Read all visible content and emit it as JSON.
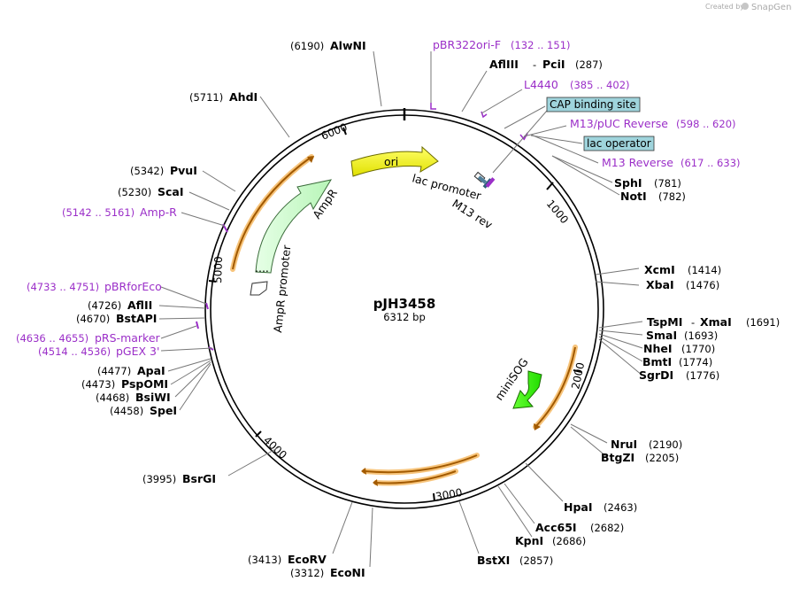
{
  "credit": {
    "prefix": "Created by",
    "brand": "SnapGene"
  },
  "plasmid": {
    "name": "pJH3458",
    "size_label": "6312 bp"
  },
  "ticks": [
    "1000",
    "2000",
    "3000",
    "4000",
    "5000",
    "6000"
  ],
  "features": {
    "ori": "ori",
    "ampr": "AmpR",
    "ampr_promoter": "AmpR promoter",
    "lac_promoter": "lac promoter",
    "m13_rev": "M13 rev",
    "minisog": "miniSOG"
  },
  "boxed_labels": {
    "cap": "CAP binding site",
    "lac_operator": "lac operator"
  },
  "primers": {
    "pbr322ori_f": {
      "name": "pBR322ori-F",
      "range": "(132 .. 151)"
    },
    "l4440": {
      "name": "L4440",
      "range": "(385 .. 402)"
    },
    "m13puc_reverse": {
      "name": "M13/pUC Reverse",
      "range": "(598 .. 620)"
    },
    "m13_reverse": {
      "name": "M13 Reverse",
      "range": "(617 .. 633)"
    },
    "amp_r": {
      "name": "Amp-R",
      "range": "(5142 .. 5161)"
    },
    "pbrforeco": {
      "name": "pBRforEco",
      "range": "(4733 .. 4751)"
    },
    "prs_marker": {
      "name": "pRS-marker",
      "range": "(4636 .. 4655)"
    },
    "pgex3": {
      "name": "pGEX 3'",
      "range": "(4514 .. 4536)"
    }
  },
  "sites": {
    "alwni": {
      "name": "AlwNI",
      "pos": "(6190)"
    },
    "afliii": {
      "name": "AflIII",
      "sep": "-",
      "name2": "PciI",
      "pos": "(287)"
    },
    "ahdi": {
      "name": "AhdI",
      "pos": "(5711)"
    },
    "pvui": {
      "name": "PvuI",
      "pos": "(5342)"
    },
    "scai": {
      "name": "ScaI",
      "pos": "(5230)"
    },
    "sphi": {
      "name": "SphI",
      "pos": "(781)"
    },
    "noti": {
      "name": "NotI",
      "pos": "(782)"
    },
    "xcmi": {
      "name": "XcmI",
      "pos": "(1414)"
    },
    "xbai": {
      "name": "XbaI",
      "pos": "(1476)"
    },
    "tspmi": {
      "name": "TspMI",
      "sep": "-",
      "name2": "XmaI",
      "pos": "(1691)"
    },
    "smai": {
      "name": "SmaI",
      "pos": "(1693)"
    },
    "nhei": {
      "name": "NheI",
      "pos": "(1770)"
    },
    "bmti": {
      "name": "BmtI",
      "pos": "(1774)"
    },
    "sgrdi": {
      "name": "SgrDI",
      "pos": "(1776)"
    },
    "aflii": {
      "name": "AflII",
      "pos": "(4726)"
    },
    "bstapi": {
      "name": "BstAPI",
      "pos": "(4670)"
    },
    "apai": {
      "name": "ApaI",
      "pos": "(4477)"
    },
    "pspomi": {
      "name": "PspOMI",
      "pos": "(4473)"
    },
    "bsiwi": {
      "name": "BsiWI",
      "pos": "(4468)"
    },
    "spei": {
      "name": "SpeI",
      "pos": "(4458)"
    },
    "nrui": {
      "name": "NruI",
      "pos": "(2190)"
    },
    "btgzi": {
      "name": "BtgZI",
      "pos": "(2205)"
    },
    "hpai": {
      "name": "HpaI",
      "pos": "(2463)"
    },
    "acc65i": {
      "name": "Acc65I",
      "pos": "(2682)"
    },
    "kpni": {
      "name": "KpnI",
      "pos": "(2686)"
    },
    "bstxi": {
      "name": "BstXI",
      "pos": "(2857)"
    },
    "bsrgi": {
      "name": "BsrGI",
      "pos": "(3995)"
    },
    "ecorv": {
      "name": "EcoRV",
      "pos": "(3413)"
    },
    "econi": {
      "name": "EcoNI",
      "pos": "(3312)"
    }
  }
}
